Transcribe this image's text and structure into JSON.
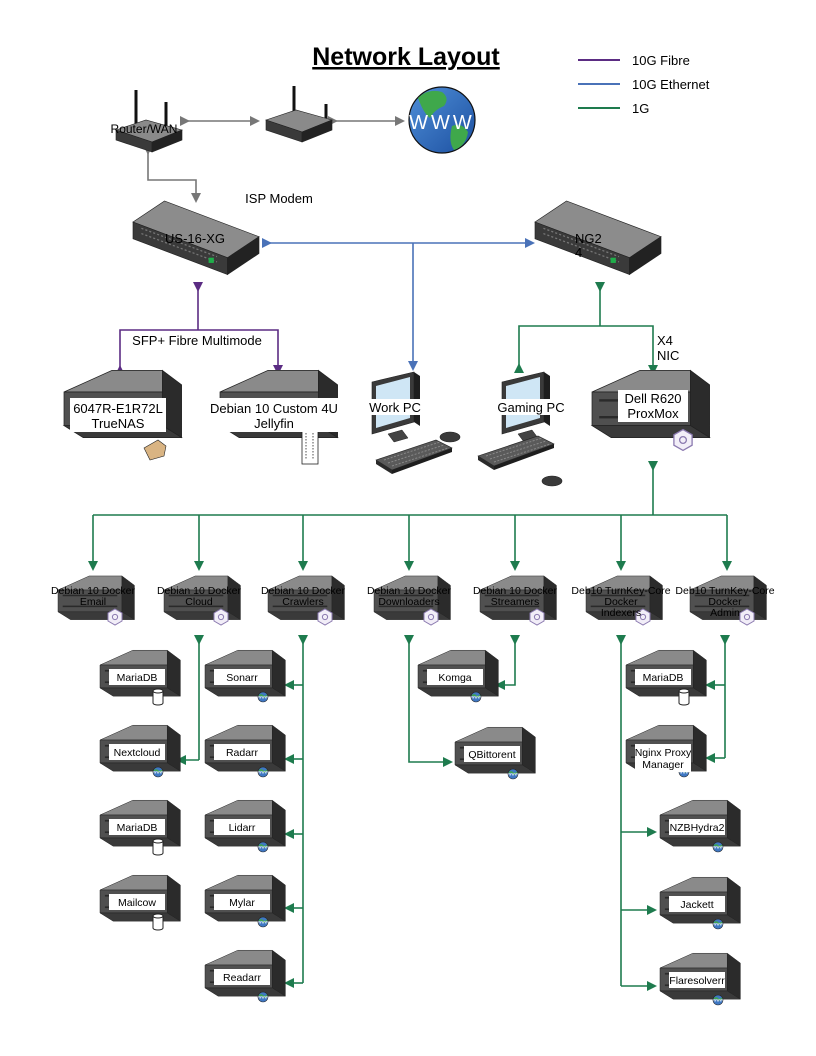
{
  "title": "Network Layout",
  "legend": [
    {
      "label": "10G Fibre",
      "color": "#5b2c83"
    },
    {
      "label": "10G Ethernet",
      "color": "#4a72b8"
    },
    {
      "label": "1G",
      "color": "#1e7b4e"
    }
  ],
  "devices": {
    "router": "Router/WAN",
    "modem": "ISP Modem",
    "internet": "WWW",
    "us16": "US-16-XG",
    "ng2_1": "NG2",
    "ng2_2": "4",
    "fibre_label": "SFP+ Fibre Multimode",
    "x4_1": "X4",
    "x4_2": "NIC",
    "truenas_1": "6047R-E1R72L",
    "truenas_2": "TrueNAS",
    "jelly_1": "Debian 10 Custom 4U",
    "jelly_2": "Jellyfin",
    "workpc": "Work PC",
    "gamingpc": "Gaming PC",
    "r620_1": "Dell R620",
    "r620_2": "ProxMox"
  },
  "vms": [
    {
      "line1": "Debian 10 Docker",
      "line2": "Email"
    },
    {
      "line1": "Debian 10 Docker",
      "line2": "Cloud"
    },
    {
      "line1": "Debian 10 Docker",
      "line2": "Crawlers"
    },
    {
      "line1": "Debian 10 Docker",
      "line2": "Downloaders"
    },
    {
      "line1": "Debian 10 Docker",
      "line2": "Streamers"
    },
    {
      "line1": "Deb10 TurnKey-Core",
      "line2": "Docker",
      "line3": "Indexers"
    },
    {
      "line1": "Deb10 TurnKey-Core",
      "line2": "Docker",
      "line3": "Admin"
    }
  ],
  "services": {
    "cloud": [
      "MariaDB",
      "Nextcloud",
      "MariaDB",
      "Mailcow"
    ],
    "crawlers": [
      "Sonarr",
      "Radarr",
      "Lidarr",
      "Mylar",
      "Readarr"
    ],
    "downloaders": [
      "Komga",
      "QBittorent"
    ],
    "admin": [
      "MariaDB",
      "Nginx Proxy",
      "Manager"
    ],
    "indexers": [
      "NZBHydra2",
      "Jackett",
      "Flaresolverr"
    ]
  }
}
